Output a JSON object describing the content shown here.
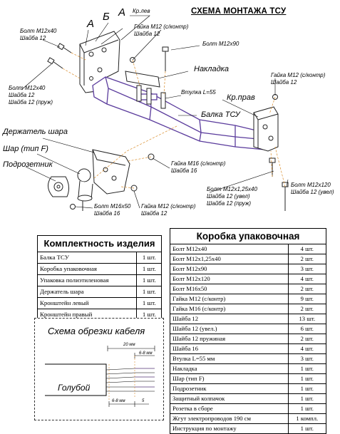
{
  "header": {
    "title": "СХЕМА МОНТАЖА ТСУ"
  },
  "callouts": {
    "label_a1": "A",
    "label_b": "Б",
    "label_a2": "A",
    "kr_lev": "Кр.лев",
    "bolt_m12x40_top": [
      "Болт М12х40",
      "Шайба 12"
    ],
    "bolt_m12x40_left": [
      "Болт М12х40",
      "Шайба 12",
      "Шайба 12 (пруж)"
    ],
    "gaika_m12_top": [
      "Гайка М12 (с/контр)",
      "Шайба 12"
    ],
    "bolt_m12x90": "Болт М12х90",
    "nakladka": "Накладка",
    "vtulka": "Втулка L=55",
    "gaika_m12_right": [
      "Гайка М12 (с/контр)",
      "Шайба 12"
    ],
    "kr_prav": "Кр.прав",
    "balka_tsu": "Балка ТСУ",
    "derzhatel": "Держатель шара",
    "shar": "Шар (тип F)",
    "podrozetnik": "Подрозетник",
    "gaika_m16": [
      "Гайка М16 (с/контр)",
      "Шайба 16"
    ],
    "bolt_m12x125": [
      "Болт М12х1,25х40",
      "Шайба 12 (увел)",
      "Шайба 12 (пруж)"
    ],
    "bolt_m12x120": [
      "Болт М12х120",
      "Шайба 12 (увел)"
    ],
    "bolt_m16x50": [
      "Болт М16х50",
      "Шайба 16"
    ],
    "gaika_m12_bottom": [
      "Гайка М12 (с/контр)",
      "Шайба 12"
    ]
  },
  "komplekt": {
    "title": "Комплектность изделия",
    "rows": [
      {
        "name": "Балка ТСУ",
        "qty": "1 шт."
      },
      {
        "name": "Коробка упаковочная",
        "qty": "1 шт."
      },
      {
        "name": "Упаковка полиэтиленовая",
        "qty": "1 шт."
      },
      {
        "name": "Держатель шара",
        "qty": "1 шт."
      },
      {
        "name": "Кронштейн левый",
        "qty": "1 шт."
      },
      {
        "name": "Кронштейн правый",
        "qty": "1 шт."
      }
    ]
  },
  "korobka": {
    "title": "Коробка упаковочная",
    "rows": [
      {
        "name": "Болт М12х40",
        "qty": "4 шт."
      },
      {
        "name": "Болт М12х1,25х40",
        "qty": "2 шт."
      },
      {
        "name": "Болт М12х90",
        "qty": "3 шт."
      },
      {
        "name": "Болт М12х120",
        "qty": "4 шт."
      },
      {
        "name": "Болт М16х50",
        "qty": "2 шт."
      },
      {
        "name": "Гайка М12 (с/контр)",
        "qty": "9 шт."
      },
      {
        "name": "Гайка М16 (с/контр)",
        "qty": "2 шт."
      },
      {
        "name": "Шайба 12",
        "qty": "13 шт."
      },
      {
        "name": "Шайба 12 (увел.)",
        "qty": "6 шт."
      },
      {
        "name": "Шайба 12  пружиная",
        "qty": "2 шт."
      },
      {
        "name": "Шайба 16",
        "qty": "4 шт."
      },
      {
        "name": "Втулка L=55 мм",
        "qty": "3 шт."
      },
      {
        "name": "Накладка",
        "qty": "1 шт."
      },
      {
        "name": "Шар (тип F)",
        "qty": "1 шт."
      },
      {
        "name": "Подрозетник",
        "qty": "1 шт."
      },
      {
        "name": "Защитный колпачок",
        "qty": "1 шт."
      },
      {
        "name": "Розетка в сборе",
        "qty": "1 шт."
      },
      {
        "name": "Жгут электропроводов 190 см",
        "qty": "1 компл."
      },
      {
        "name": "Инструкция по монтажу",
        "qty": "1 шт."
      }
    ]
  },
  "cable": {
    "title": "Схема обрезки кабеля",
    "dim_total": "20 мм",
    "dim_strip": "6-8 мм",
    "dim_bottom": "6-8 мм",
    "dim_small": "5",
    "color_label": "Голубой"
  }
}
